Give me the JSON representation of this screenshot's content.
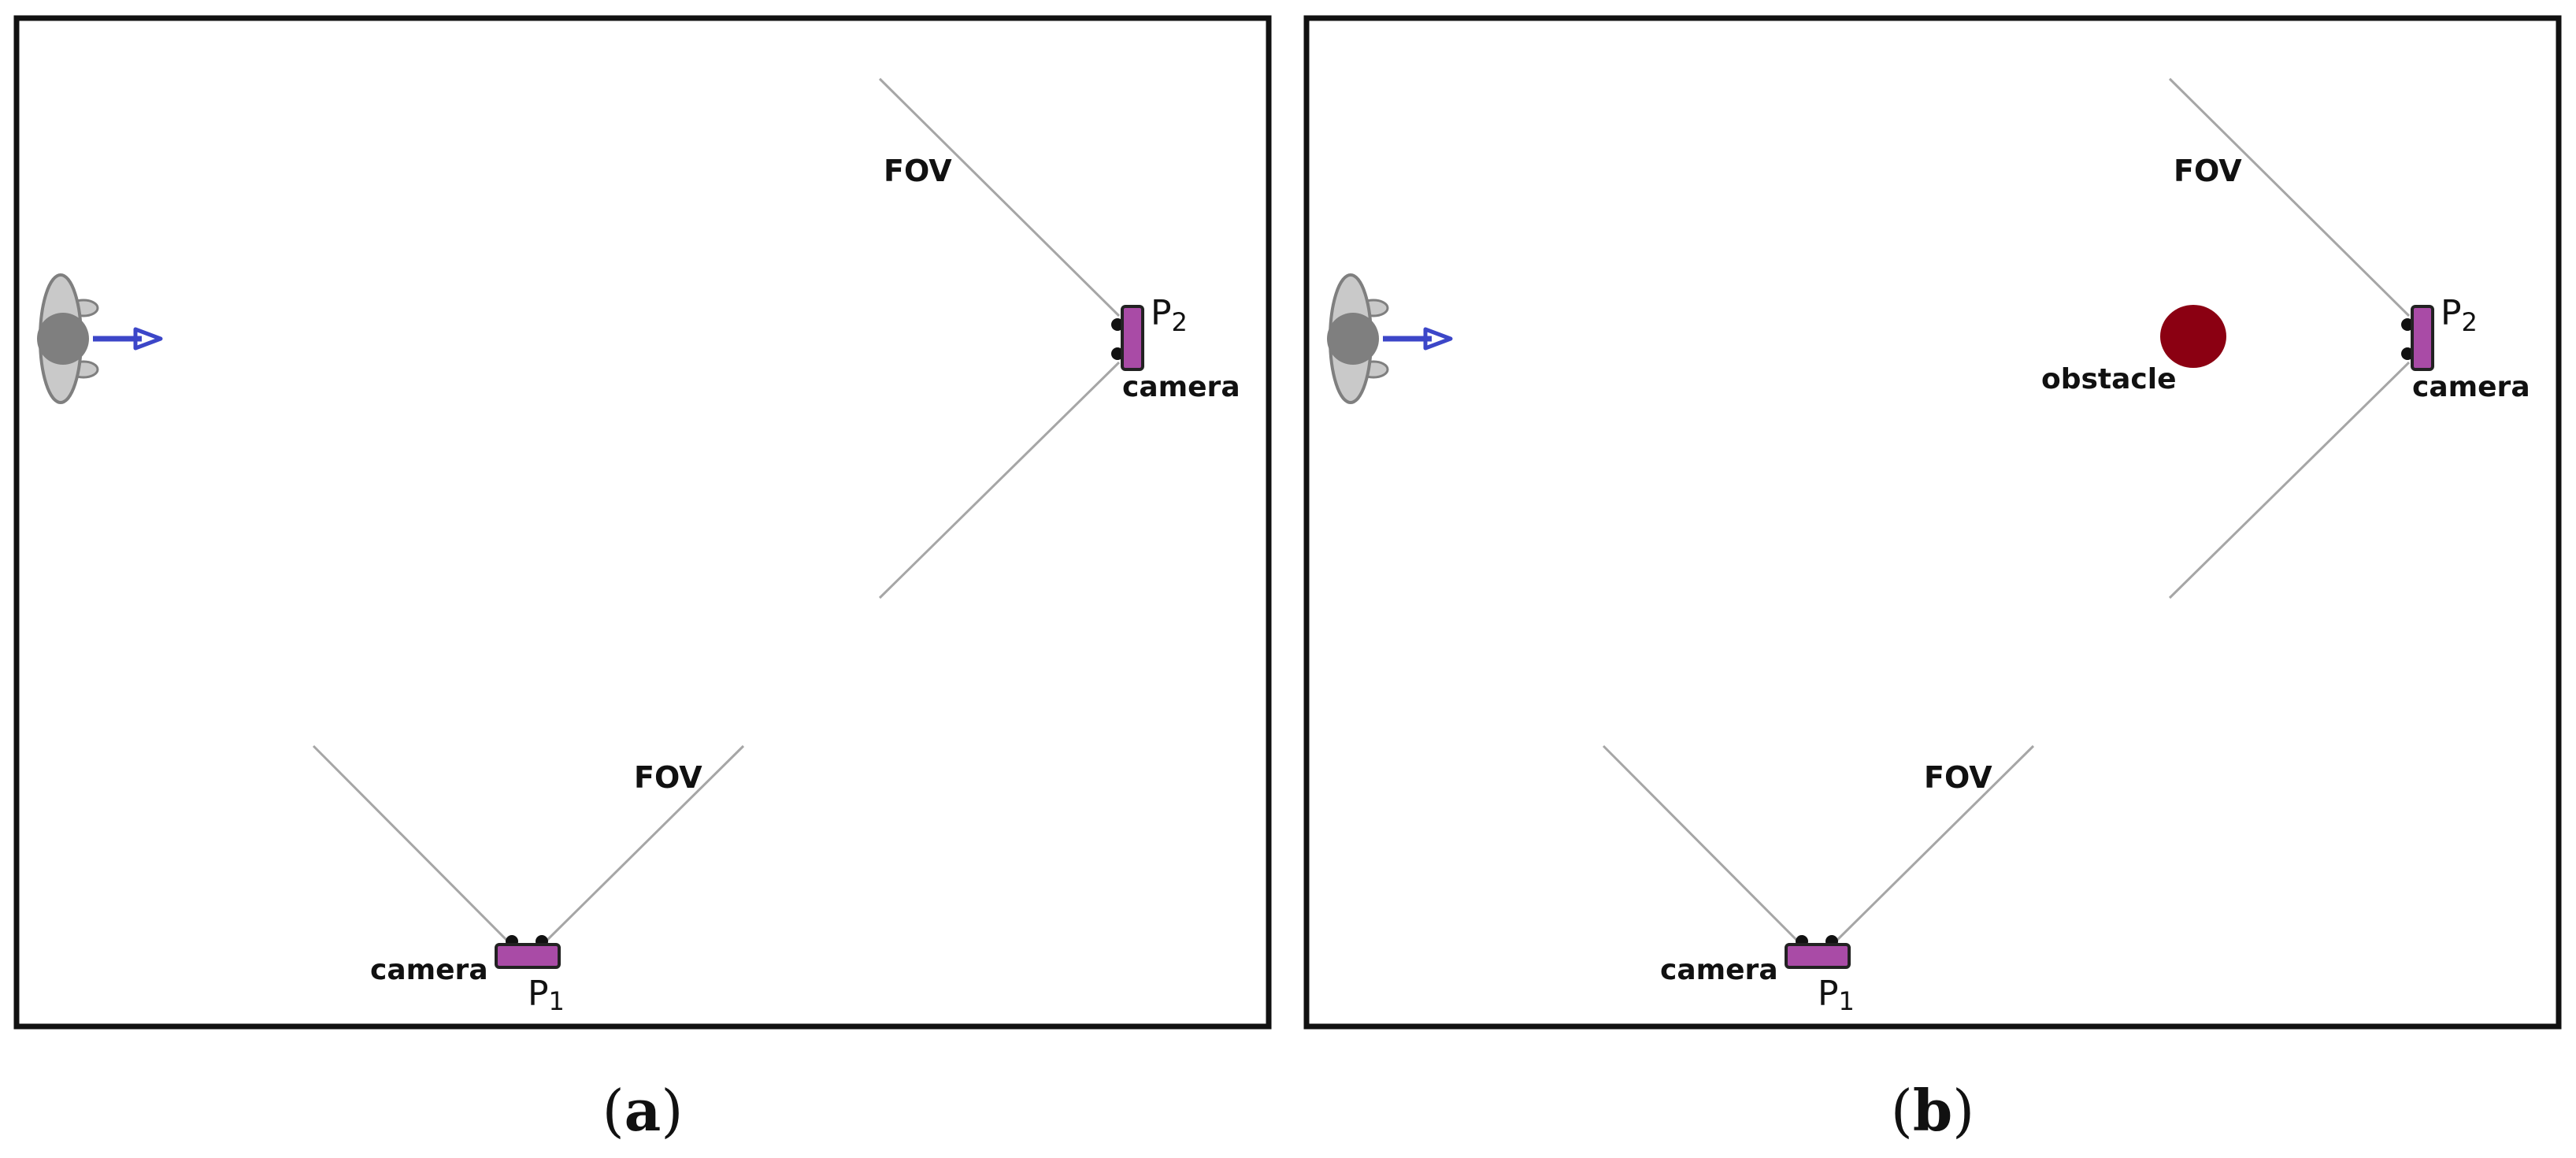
{
  "panels": [
    {
      "id": "a",
      "caption_open": "(",
      "caption_letter": "a",
      "caption_close": ")",
      "fov_top_label": "FOV",
      "fov_bottom_label": "FOV",
      "camera_right_label": "camera",
      "camera_bottom_label": "camera",
      "p2_letter": "P",
      "p2_index": "2",
      "p1_letter": "P",
      "p1_index": "1",
      "obstacle_label": ""
    },
    {
      "id": "b",
      "caption_open": "(",
      "caption_letter": "b",
      "caption_close": ")",
      "fov_top_label": "FOV",
      "fov_bottom_label": "FOV",
      "camera_right_label": "camera",
      "camera_bottom_label": "camera",
      "p2_letter": "P",
      "p2_index": "2",
      "p1_letter": "P",
      "p1_index": "1",
      "obstacle_label": "obstacle"
    }
  ],
  "icons": {
    "subject": "person-top-view-icon",
    "motion": "arrow-right-icon",
    "camera": "camera-icon",
    "obstacle": "obstacle-circle-icon"
  },
  "colors": {
    "frame": "#111111",
    "fov_line": "#a6a6a6",
    "camera_fill": "#a94ba6",
    "camera_stroke": "#222222",
    "arrow": "#3c46c8",
    "person_body": "#c9c9c9",
    "person_head": "#7f7f7f",
    "obstacle": "#8b0012"
  }
}
